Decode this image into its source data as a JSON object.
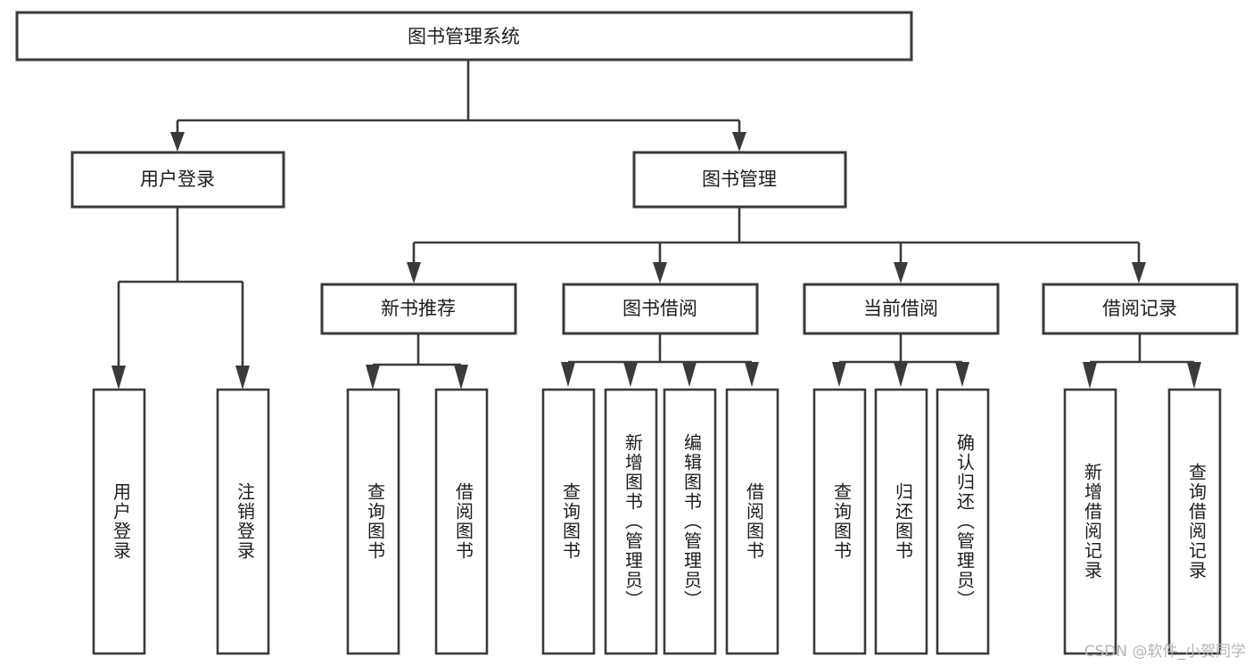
{
  "diagram": {
    "title": "图书管理系统",
    "type": "tree-hierarchy",
    "watermark": "CSDN @软件_小贺同学",
    "colors": {
      "stroke": "#3a3a3a",
      "box_fill": "#ffffff",
      "text": "#1d1d1d",
      "background": "#ffffff",
      "watermark": "#b6b6b6"
    },
    "levels": {
      "root": {
        "label": "图书管理系统"
      },
      "level1": [
        {
          "id": "user-login",
          "label": "用户登录"
        },
        {
          "id": "book-management",
          "label": "图书管理"
        }
      ],
      "level2": [
        {
          "id": "new-book-recommend",
          "label": "新书推荐",
          "parent": "book-management"
        },
        {
          "id": "book-borrow",
          "label": "图书借阅",
          "parent": "book-management"
        },
        {
          "id": "current-borrow",
          "label": "当前借阅",
          "parent": "book-management"
        },
        {
          "id": "borrow-record",
          "label": "借阅记录",
          "parent": "book-management"
        }
      ],
      "leaves": {
        "user-login": [
          {
            "id": "leaf-user-login",
            "label": "用户登录"
          },
          {
            "id": "leaf-logout",
            "label": "注销登录"
          }
        ],
        "new-book-recommend": [
          {
            "id": "leaf-query-books-1",
            "label": "查询图书"
          },
          {
            "id": "leaf-borrow-books-1",
            "label": "借阅图书"
          }
        ],
        "book-borrow": [
          {
            "id": "leaf-query-books-2",
            "label": "查询图书"
          },
          {
            "id": "leaf-add-book",
            "label": "新增图书（管理员）"
          },
          {
            "id": "leaf-edit-book",
            "label": "编辑图书（管理员）"
          },
          {
            "id": "leaf-borrow-books-2",
            "label": "借阅图书"
          }
        ],
        "current-borrow": [
          {
            "id": "leaf-query-books-3",
            "label": "查询图书"
          },
          {
            "id": "leaf-return-book",
            "label": "归还图书"
          },
          {
            "id": "leaf-confirm-return",
            "label": "确认归还（管理员）"
          }
        ],
        "borrow-record": [
          {
            "id": "leaf-add-record",
            "label": "新增借阅记录"
          },
          {
            "id": "leaf-query-record",
            "label": "查询借阅记录"
          }
        ]
      }
    }
  }
}
